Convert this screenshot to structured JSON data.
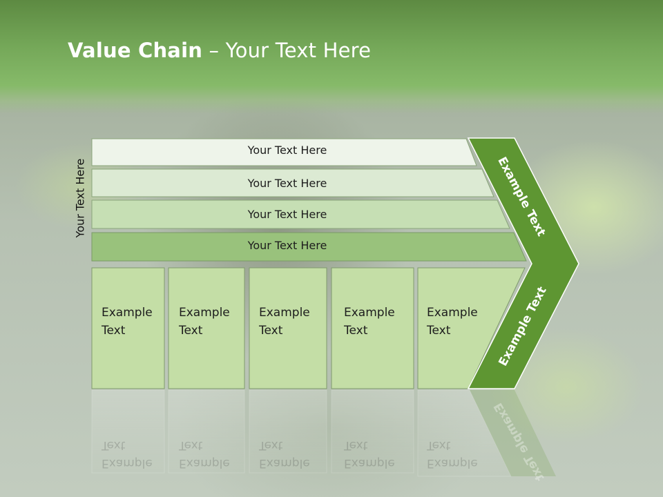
{
  "title": {
    "bold": "Value Chain",
    "rest": " – Your Text Here"
  },
  "vertical_label": "Your Text Here",
  "bars": [
    {
      "label": "Your Text Here",
      "color": "#eef4ea"
    },
    {
      "label": "Your Text Here",
      "color": "#dcead3"
    },
    {
      "label": "Your Text Here",
      "color": "#c6dfb4"
    },
    {
      "label": "Your Text Here",
      "color": "#99c27c"
    }
  ],
  "columns": [
    {
      "text": "Example\nText"
    },
    {
      "text": "Example\nText"
    },
    {
      "text": "Example\nText"
    },
    {
      "text": "Example\nText"
    },
    {
      "text": "Example\nText"
    }
  ],
  "chevron": {
    "top_label": "Example Text",
    "bottom_label": "Example Text",
    "color": "#5e9632"
  },
  "colors": {
    "header": "#74a758",
    "column_fill": "#c4dea6"
  }
}
